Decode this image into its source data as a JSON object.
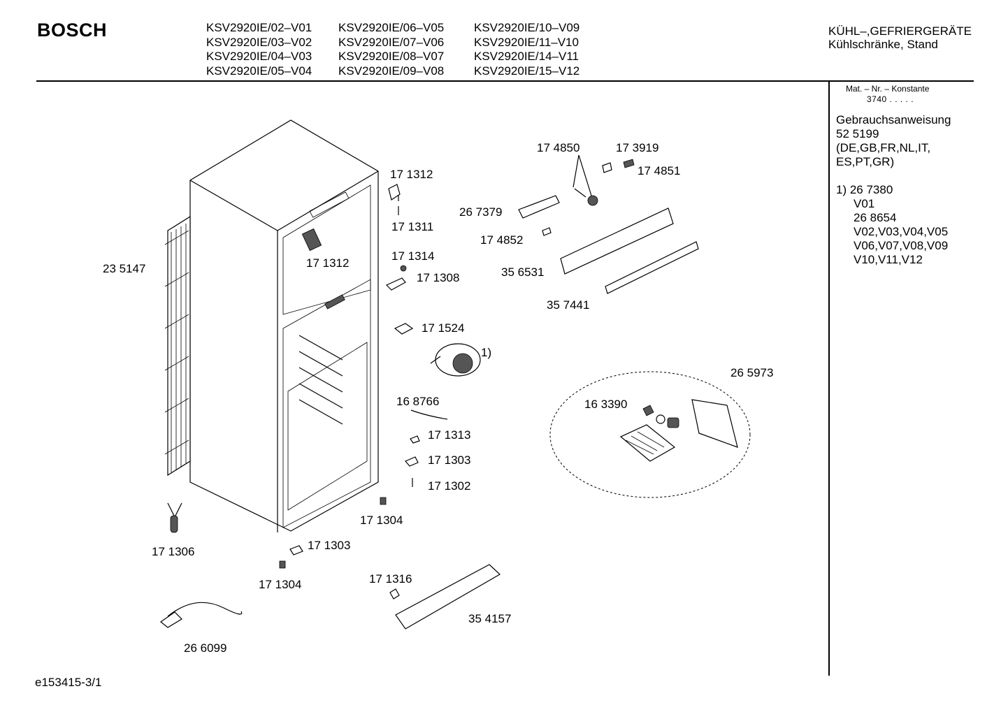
{
  "header": {
    "brand": "BOSCH",
    "models": [
      [
        "KSV2920IE/02–V01",
        "KSV2920IE/03–V02",
        "KSV2920IE/04–V03",
        "KSV2920IE/05–V04"
      ],
      [
        "KSV2920IE/06–V05",
        "KSV2920IE/07–V06",
        "KSV2920IE/08–V07",
        "KSV2920IE/09–V08"
      ],
      [
        "KSV2920IE/10–V09",
        "KSV2920IE/11–V10",
        "KSV2920IE/14–V11",
        "KSV2920IE/15–V12"
      ]
    ],
    "category_line1": "KÜHL–,GEFRIERGERÄTE",
    "category_line2": "Kühlschränke, Stand"
  },
  "sidebar": {
    "mat_label": "Mat. – Nr. – Konstante",
    "mat_value": "3740  .  .  .  .  .",
    "manual_lines": [
      "Gebrauchsanweisung",
      "52 5199",
      "(DE,GB,FR,NL,IT,",
      "ES,PT,GR)"
    ],
    "note_lines": [
      "1)  26 7380",
      "V01",
      "26 8654",
      "V02,V03,V04,V05",
      "V06,V07,V08,V09",
      "V10,V11,V12"
    ]
  },
  "part_labels": {
    "p235147": "23 5147",
    "p171312a": "17 1312",
    "p171311": "17 1311",
    "p171312b": "17 1312",
    "p171314": "17 1314",
    "p171308": "17 1308",
    "p171524": "17 1524",
    "note1": "1)",
    "p168766": "16 8766",
    "p171313": "17 1313",
    "p171303a": "17 1303",
    "p171302": "17 1302",
    "p171304a": "17 1304",
    "p171306": "17 1306",
    "p171303b": "17 1303",
    "p171304b": "17 1304",
    "p171316": "17 1316",
    "p354157": "35 4157",
    "p266099": "26 6099",
    "p174850": "17 4850",
    "p173919": "17 3919",
    "p174851": "17 4851",
    "p267379": "26 7379",
    "p174852": "17 4852",
    "p356531": "35 6531",
    "p357441": "35 7441",
    "p265973": "26 5973",
    "p163390": "16 3390"
  },
  "footer": {
    "code": "e153415-3/1"
  }
}
